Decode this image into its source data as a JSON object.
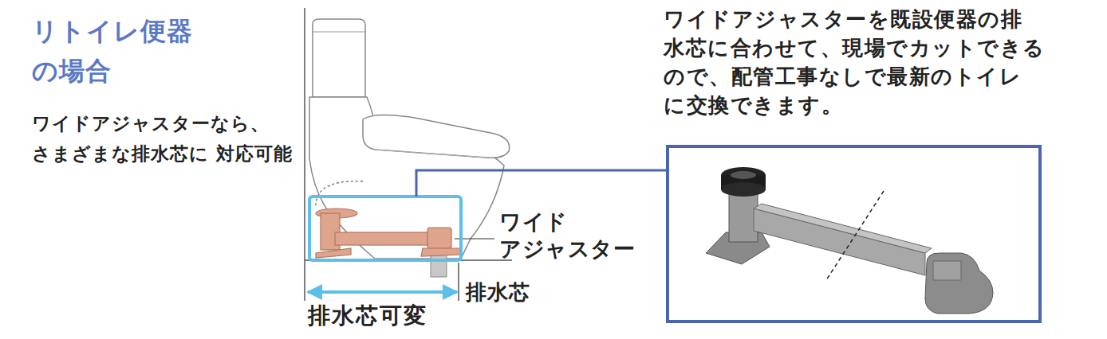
{
  "diagram": {
    "title": "リトイレ便器 の場合",
    "labels": [
      "ワイドアジャスターなら、 さまざまな排水芯に 対応可能",
      "ワイドアジャスターを既設便器の排 水芯に合わせて、現場でカットできる ので、配管工事なしで最新のトイレ に交換できます。",
      "ワイド アジャスター",
      "排水芯",
      "排水芯可変"
    ]
  }
}
